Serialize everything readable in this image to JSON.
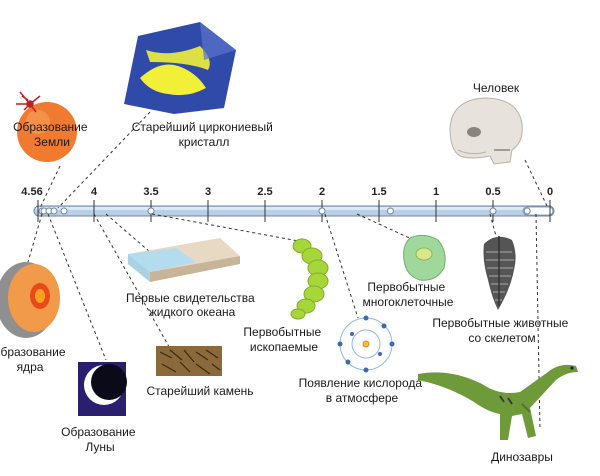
{
  "timeline": {
    "ticks": [
      "4.56",
      "4",
      "3.5",
      "3",
      "2.5",
      "2",
      "1.5",
      "1",
      "0.5",
      "0"
    ]
  },
  "events": {
    "earth_formation": [
      "Образование",
      "Земли"
    ],
    "zircon": [
      "Старейший циркониевый",
      "кристалл"
    ],
    "human": [
      "Человек"
    ],
    "core_formation": [
      "Образование",
      "ядра"
    ],
    "moon_formation": [
      "Образование",
      "Луны"
    ],
    "liquid_ocean": [
      "Первые свидетельства",
      "жидкого океана"
    ],
    "oldest_rock": [
      "Старейший камень"
    ],
    "primitive_fossils": [
      "Первобытные",
      "ископаемые"
    ],
    "oxygen": [
      "Появление кислорода",
      "в атмосфере"
    ],
    "multicellular": [
      "Первобытные",
      "многоклеточные"
    ],
    "skeletal_animals": [
      "Первобытные животные",
      "со скелетом"
    ],
    "dinosaurs": [
      "Динозавры"
    ]
  },
  "colors": {
    "bar_fill": "#b9cfe6",
    "bar_stroke": "#6d86a3",
    "earth": "#f07a2f",
    "zircon_blue": "#2f4aa8",
    "zircon_yellow": "#f2ef38",
    "worm": "#a6d63a",
    "cell": "#9fd89a",
    "trilobite": "#555555",
    "dino": "#6f9a3a",
    "moon_bg": "#2a1f6e"
  }
}
